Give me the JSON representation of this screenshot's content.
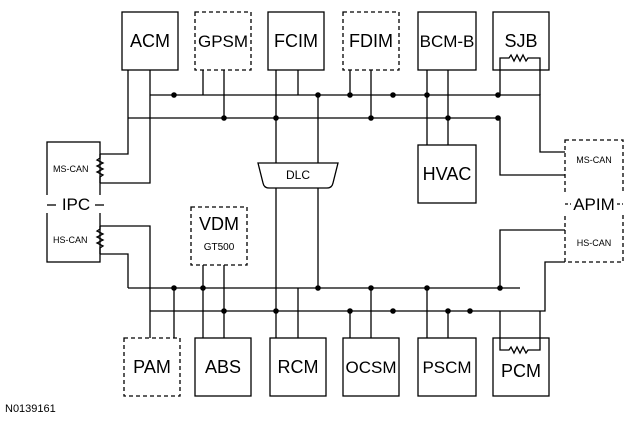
{
  "modules_top": {
    "acm": "ACM",
    "gpsm": "GPSM",
    "fcim": "FCIM",
    "fdim": "FDIM",
    "bcmb": "BCM-B",
    "sjb": "SJB"
  },
  "modules_bottom": {
    "pam": "PAM",
    "abs": "ABS",
    "rcm": "RCM",
    "ocsm": "OCSM",
    "pscm": "PSCM",
    "pcm": "PCM"
  },
  "ipc": {
    "label": "IPC",
    "ms_can": "MS-CAN",
    "hs_can": "HS-CAN"
  },
  "apim": {
    "label": "APIM",
    "ms_can": "MS-CAN",
    "hs_can": "HS-CAN"
  },
  "vdm": {
    "label": "VDM",
    "sub": "GT500"
  },
  "hvac": "HVAC",
  "dlc": "DLC",
  "figure_id": "N0139161"
}
